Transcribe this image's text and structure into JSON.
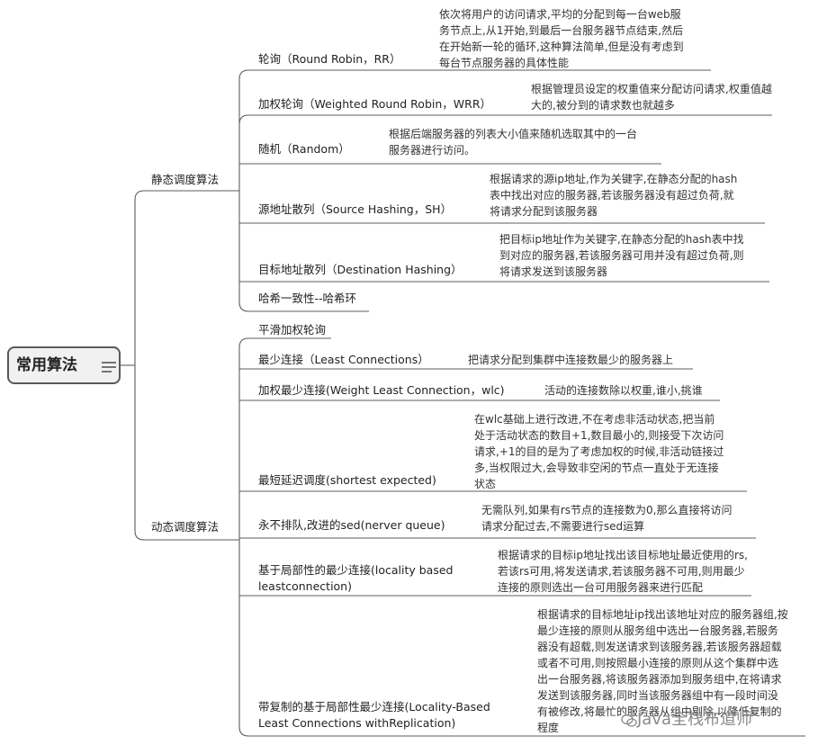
{
  "root": {
    "label": "常用算法",
    "icon": "menu-lines-icon"
  },
  "static": {
    "label": "静态调度算法",
    "items": [
      {
        "name": "轮询（Round Robin，RR）",
        "desc": [
          "依次将用户的访问请求,平均的分配到每一台web服",
          "务节点上,从1开始,到最后一台服务器节点结束,然后",
          "在开始新一轮的循环,这种算法简单,但是没有考虑到",
          "每台节点服务器的具体性能"
        ]
      },
      {
        "name": "加权轮询（Weighted Round Robin，WRR）",
        "desc": [
          "根据管理员设定的权重值来分配访问请求,权重值越",
          "大的,被分到的请求数也就越多"
        ]
      },
      {
        "name": "随机（Random）",
        "desc": [
          "根据后端服务器的列表大小值来随机选取其中的一台",
          "服务器进行访问。"
        ]
      },
      {
        "name": "源地址散列（Source Hashing，SH）",
        "desc": [
          "根据请求的源ip地址,作为关键字,在静态分配的hash",
          "表中找出对应的服务器,若该服务器没有超过负荷,就",
          "将请求分配到该服务器"
        ]
      },
      {
        "name": "目标地址散列（Destination Hashing）",
        "desc": [
          "把目标ip地址作为关键字,在静态分配的hash表中找",
          "到对应的服务器,若该服务器可用并没有超过负荷,则",
          "将请求发送到该服务器"
        ]
      },
      {
        "name": "哈希一致性--哈希环",
        "desc": []
      }
    ]
  },
  "dynamic": {
    "label": "动态调度算法",
    "items": [
      {
        "name": [
          "平滑加权轮询"
        ],
        "desc": []
      },
      {
        "name": [
          "最少连接（Least Connections）"
        ],
        "desc": [
          "把请求分配到集群中连接数最少的服务器上"
        ]
      },
      {
        "name": [
          "加权最少连接(Weight Least Connection，wlc)"
        ],
        "desc": [
          "活动的连接数除以权重,谁小,挑谁"
        ]
      },
      {
        "name": [
          "最短延迟调度(shortest expected)"
        ],
        "desc": [
          "在wlc基础上进行改进,不在考虑非活动状态,把当前",
          "处于活动状态的数目+1,数目最小的,则接受下次访问",
          "请求,+1的目的是为了考虑加权的时候,非活动链接过",
          "多,当权限过大,会导致非空闲的节点一直处于无连接",
          "状态"
        ]
      },
      {
        "name": [
          "永不排队,改进的sed(nerver queue)"
        ],
        "desc": [
          "无需队列,如果有rs节点的连接数为0,那么直接将访问",
          "请求分配过去,不需要进行sed运算"
        ]
      },
      {
        "name": [
          "基于局部性的最少连接(locality based",
          "leastconnection)"
        ],
        "desc": [
          "根据请求的目标ip地址找出该目标地址最近使用的rs,",
          "若该rs可用,将发送请求,若该服务器不可用,则用最少",
          "连接的原则选出一台可用服务器来进行匹配"
        ]
      },
      {
        "name": [
          "带复制的基于局部性最少连接(Locality-Based",
          "Least Connections withReplication)"
        ],
        "desc": [
          "根据请求的目标地址ip找出该地址对应的服务器组,按",
          "最少连接的原则从服务组中选出一台服务器,若服务",
          "器没有超载,则发送请求到该服务器,若该服务器超载",
          "或者不可用,则按照最小连接的原则从这个集群中选",
          "出一台服务器,将该服务器添加到服务组中,在将请求",
          "发送到该服务器,同时当该服务器组中有一段时间没",
          "有被修改,将最忙的服务器从组中剔除,以降低复制的",
          "程度"
        ]
      }
    ]
  },
  "watermark": {
    "text": "Java全栈布道师",
    "icon": "wechat-icon"
  },
  "colors": {
    "line": "#5c5c5c",
    "root_fill": "#f1f1f1"
  }
}
